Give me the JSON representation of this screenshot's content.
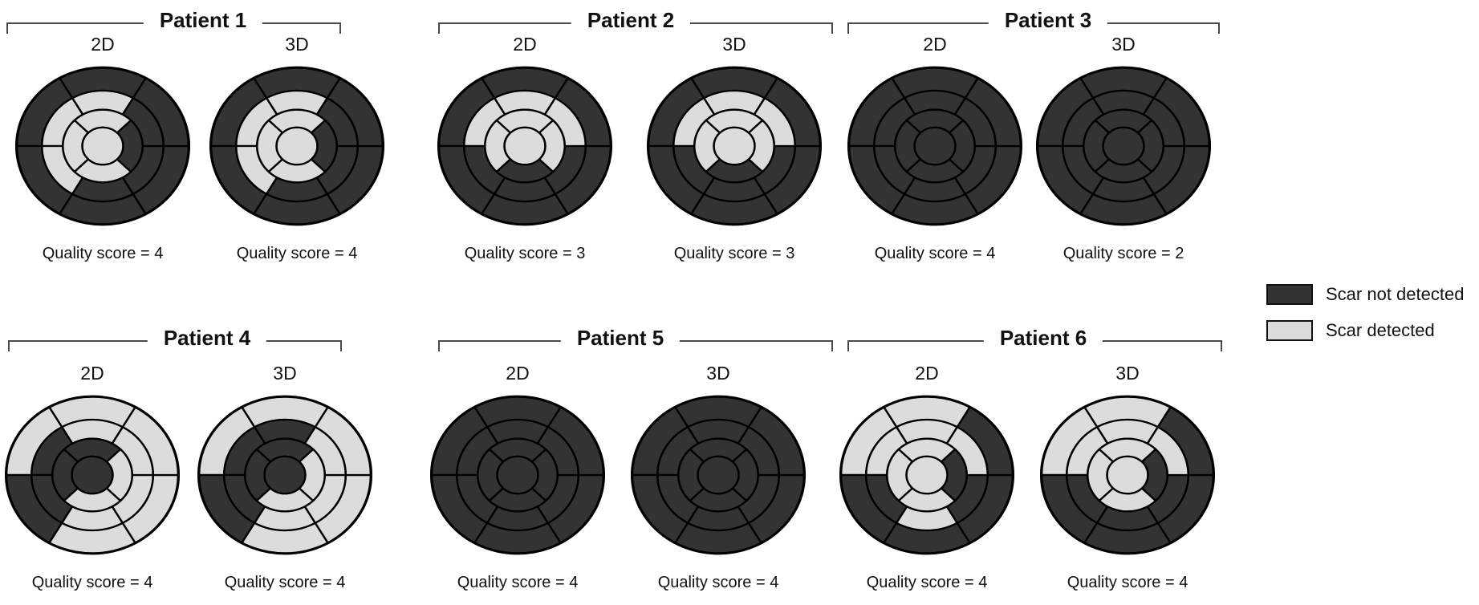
{
  "chart_data": {
    "type": "heatmap",
    "subtype": "AHA 17-segment bullseye plots comparing scar detection on 2D vs 3D imaging per patient",
    "layout": {
      "rows": 2,
      "patients_per_row": 3,
      "panels_per_patient": [
        "2D",
        "3D"
      ],
      "legend_position": "right"
    },
    "value_encoding": {
      "0": "Scar not detected",
      "1": "Scar detected"
    },
    "segment_rings": {
      "outer": "basal ring, 6 segments",
      "middle": "mid ring, 6 segments",
      "inner": "apical ring, 4 segments",
      "apex": "apex, 1 segment"
    },
    "legend": [
      {
        "label": "Scar not detected",
        "value": 0,
        "color": "#333333"
      },
      {
        "label": "Scar detected",
        "value": 1,
        "color": "#dcdcdc"
      }
    ],
    "patients": [
      {
        "title": "Patient 1",
        "panels": [
          {
            "label": "2D",
            "quality": "Quality score = 4",
            "quality_score": 4,
            "segments": {
              "outer": {
                "top": 0,
                "upper_right": 0,
                "lower_right": 0,
                "bottom": 0,
                "lower_left": 0,
                "upper_left": 0
              },
              "middle": {
                "top": 1,
                "upper_right": 0,
                "lower_right": 0,
                "bottom": 0,
                "lower_left": 1,
                "upper_left": 1
              },
              "inner": {
                "top": 1,
                "right": 0,
                "bottom": 1,
                "left": 1
              },
              "apex": 1
            }
          },
          {
            "label": "3D",
            "quality": "Quality score = 4",
            "quality_score": 4,
            "segments": {
              "outer": {
                "top": 0,
                "upper_right": 0,
                "lower_right": 0,
                "bottom": 0,
                "lower_left": 0,
                "upper_left": 0
              },
              "middle": {
                "top": 1,
                "upper_right": 0,
                "lower_right": 0,
                "bottom": 0,
                "lower_left": 1,
                "upper_left": 1
              },
              "inner": {
                "top": 1,
                "right": 0,
                "bottom": 1,
                "left": 1
              },
              "apex": 1
            }
          }
        ]
      },
      {
        "title": "Patient 2",
        "panels": [
          {
            "label": "2D",
            "quality": "Quality score = 3",
            "quality_score": 3,
            "segments": {
              "outer": {
                "top": 0,
                "upper_right": 0,
                "lower_right": 0,
                "bottom": 0,
                "lower_left": 0,
                "upper_left": 0
              },
              "middle": {
                "top": 1,
                "upper_right": 1,
                "lower_right": 0,
                "bottom": 0,
                "lower_left": 0,
                "upper_left": 1
              },
              "inner": {
                "top": 1,
                "right": 1,
                "bottom": 0,
                "left": 1
              },
              "apex": 1
            }
          },
          {
            "label": "3D",
            "quality": "Quality score = 3",
            "quality_score": 3,
            "segments": {
              "outer": {
                "top": 0,
                "upper_right": 0,
                "lower_right": 0,
                "bottom": 0,
                "lower_left": 0,
                "upper_left": 0
              },
              "middle": {
                "top": 1,
                "upper_right": 1,
                "lower_right": 0,
                "bottom": 0,
                "lower_left": 0,
                "upper_left": 1
              },
              "inner": {
                "top": 1,
                "right": 1,
                "bottom": 0,
                "left": 1
              },
              "apex": 1
            }
          }
        ]
      },
      {
        "title": "Patient 3",
        "panels": [
          {
            "label": "2D",
            "quality": "Quality score = 4",
            "quality_score": 4,
            "segments": {
              "outer": {
                "top": 0,
                "upper_right": 0,
                "lower_right": 0,
                "bottom": 0,
                "lower_left": 0,
                "upper_left": 0
              },
              "middle": {
                "top": 0,
                "upper_right": 0,
                "lower_right": 0,
                "bottom": 0,
                "lower_left": 0,
                "upper_left": 0
              },
              "inner": {
                "top": 0,
                "right": 0,
                "bottom": 0,
                "left": 0
              },
              "apex": 0
            }
          },
          {
            "label": "3D",
            "quality": "Quality score = 2",
            "quality_score": 2,
            "segments": {
              "outer": {
                "top": 0,
                "upper_right": 0,
                "lower_right": 0,
                "bottom": 0,
                "lower_left": 0,
                "upper_left": 0
              },
              "middle": {
                "top": 0,
                "upper_right": 0,
                "lower_right": 0,
                "bottom": 0,
                "lower_left": 0,
                "upper_left": 0
              },
              "inner": {
                "top": 0,
                "right": 0,
                "bottom": 0,
                "left": 0
              },
              "apex": 0
            }
          }
        ]
      },
      {
        "title": "Patient 4",
        "panels": [
          {
            "label": "2D",
            "quality": "Quality score = 4",
            "quality_score": 4,
            "segments": {
              "outer": {
                "top": 1,
                "upper_right": 1,
                "lower_right": 1,
                "bottom": 1,
                "lower_left": 0,
                "upper_left": 1
              },
              "middle": {
                "top": 1,
                "upper_right": 1,
                "lower_right": 1,
                "bottom": 1,
                "lower_left": 0,
                "upper_left": 0
              },
              "inner": {
                "top": 0,
                "right": 1,
                "bottom": 1,
                "left": 0
              },
              "apex": 0
            }
          },
          {
            "label": "3D",
            "quality": "Quality score = 4",
            "quality_score": 4,
            "segments": {
              "outer": {
                "top": 1,
                "upper_right": 1,
                "lower_right": 1,
                "bottom": 1,
                "lower_left": 0,
                "upper_left": 1
              },
              "middle": {
                "top": 0,
                "upper_right": 1,
                "lower_right": 1,
                "bottom": 1,
                "lower_left": 0,
                "upper_left": 0
              },
              "inner": {
                "top": 0,
                "right": 1,
                "bottom": 1,
                "left": 0
              },
              "apex": 0
            }
          }
        ]
      },
      {
        "title": "Patient 5",
        "panels": [
          {
            "label": "2D",
            "quality": "Quality score = 4",
            "quality_score": 4,
            "segments": {
              "outer": {
                "top": 0,
                "upper_right": 0,
                "lower_right": 0,
                "bottom": 0,
                "lower_left": 0,
                "upper_left": 0
              },
              "middle": {
                "top": 0,
                "upper_right": 0,
                "lower_right": 0,
                "bottom": 0,
                "lower_left": 0,
                "upper_left": 0
              },
              "inner": {
                "top": 0,
                "right": 0,
                "bottom": 0,
                "left": 0
              },
              "apex": 0
            }
          },
          {
            "label": "3D",
            "quality": "Quality score = 4",
            "quality_score": 4,
            "segments": {
              "outer": {
                "top": 0,
                "upper_right": 0,
                "lower_right": 0,
                "bottom": 0,
                "lower_left": 0,
                "upper_left": 0
              },
              "middle": {
                "top": 0,
                "upper_right": 0,
                "lower_right": 0,
                "bottom": 0,
                "lower_left": 0,
                "upper_left": 0
              },
              "inner": {
                "top": 0,
                "right": 0,
                "bottom": 0,
                "left": 0
              },
              "apex": 0
            }
          }
        ]
      },
      {
        "title": "Patient 6",
        "panels": [
          {
            "label": "2D",
            "quality": "Quality score = 4",
            "quality_score": 4,
            "segments": {
              "outer": {
                "top": 1,
                "upper_right": 0,
                "lower_right": 0,
                "bottom": 0,
                "lower_left": 0,
                "upper_left": 1
              },
              "middle": {
                "top": 1,
                "upper_right": 1,
                "lower_right": 0,
                "bottom": 1,
                "lower_left": 0,
                "upper_left": 1
              },
              "inner": {
                "top": 1,
                "right": 0,
                "bottom": 1,
                "left": 1
              },
              "apex": 1
            }
          },
          {
            "label": "3D",
            "quality": "Quality score = 4",
            "quality_score": 4,
            "segments": {
              "outer": {
                "top": 1,
                "upper_right": 0,
                "lower_right": 0,
                "bottom": 0,
                "lower_left": 0,
                "upper_left": 1
              },
              "middle": {
                "top": 1,
                "upper_right": 1,
                "lower_right": 0,
                "bottom": 0,
                "lower_left": 0,
                "upper_left": 1
              },
              "inner": {
                "top": 1,
                "right": 0,
                "bottom": 1,
                "left": 1
              },
              "apex": 1
            }
          }
        ]
      }
    ]
  }
}
